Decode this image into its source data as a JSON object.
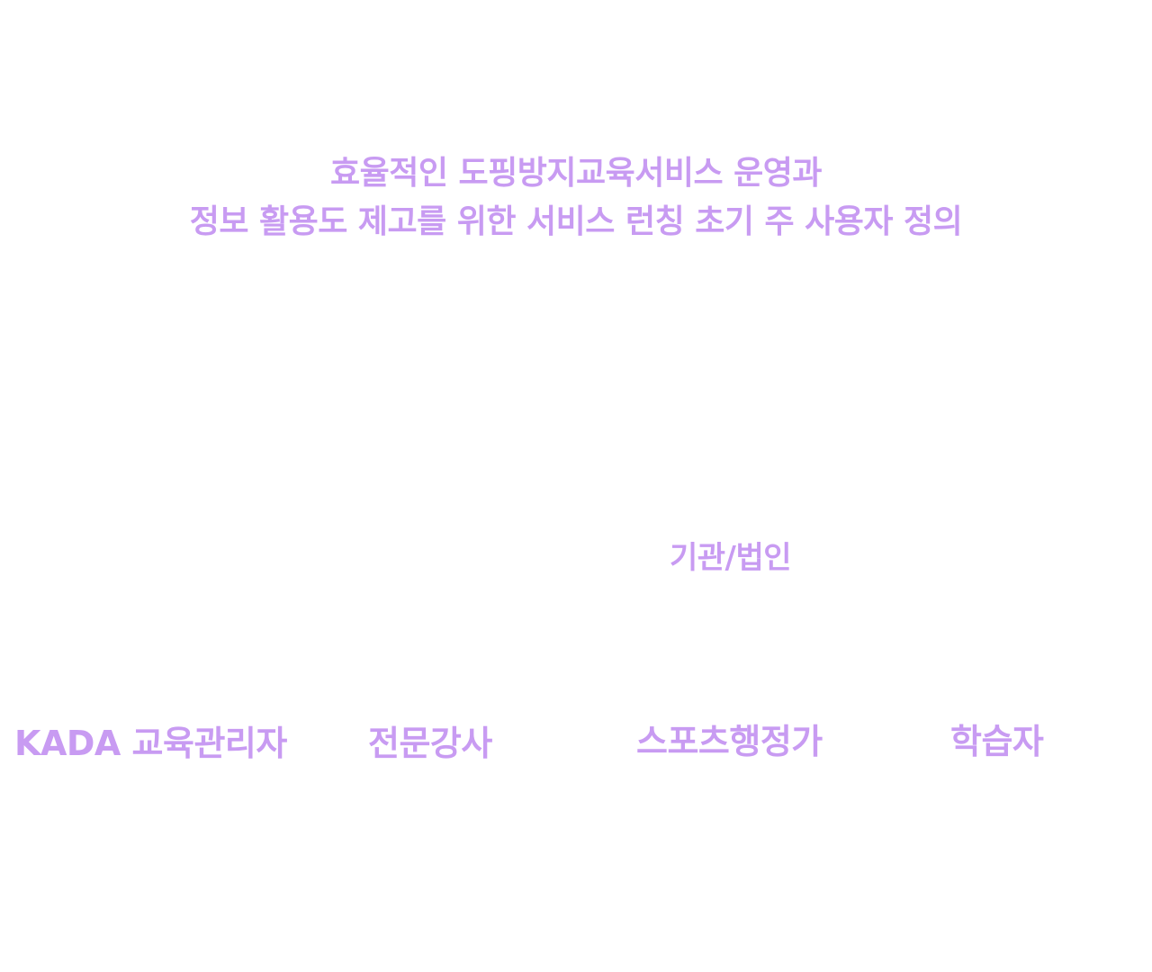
{
  "colors": {
    "text": "#c89bf2",
    "background": "#ffffff"
  },
  "heading": {
    "line1": "효율적인 도핑방지교육서비스 운영과",
    "line2": "정보 활용도 제고를 위한 서비스 런칭 초기 주 사용자 정의"
  },
  "organization": {
    "label": "기관/법인"
  },
  "users": [
    {
      "label": "KADA 교육관리자"
    },
    {
      "label": "전문강사"
    },
    {
      "label": "스포츠행정가"
    },
    {
      "label": "학습자"
    }
  ]
}
